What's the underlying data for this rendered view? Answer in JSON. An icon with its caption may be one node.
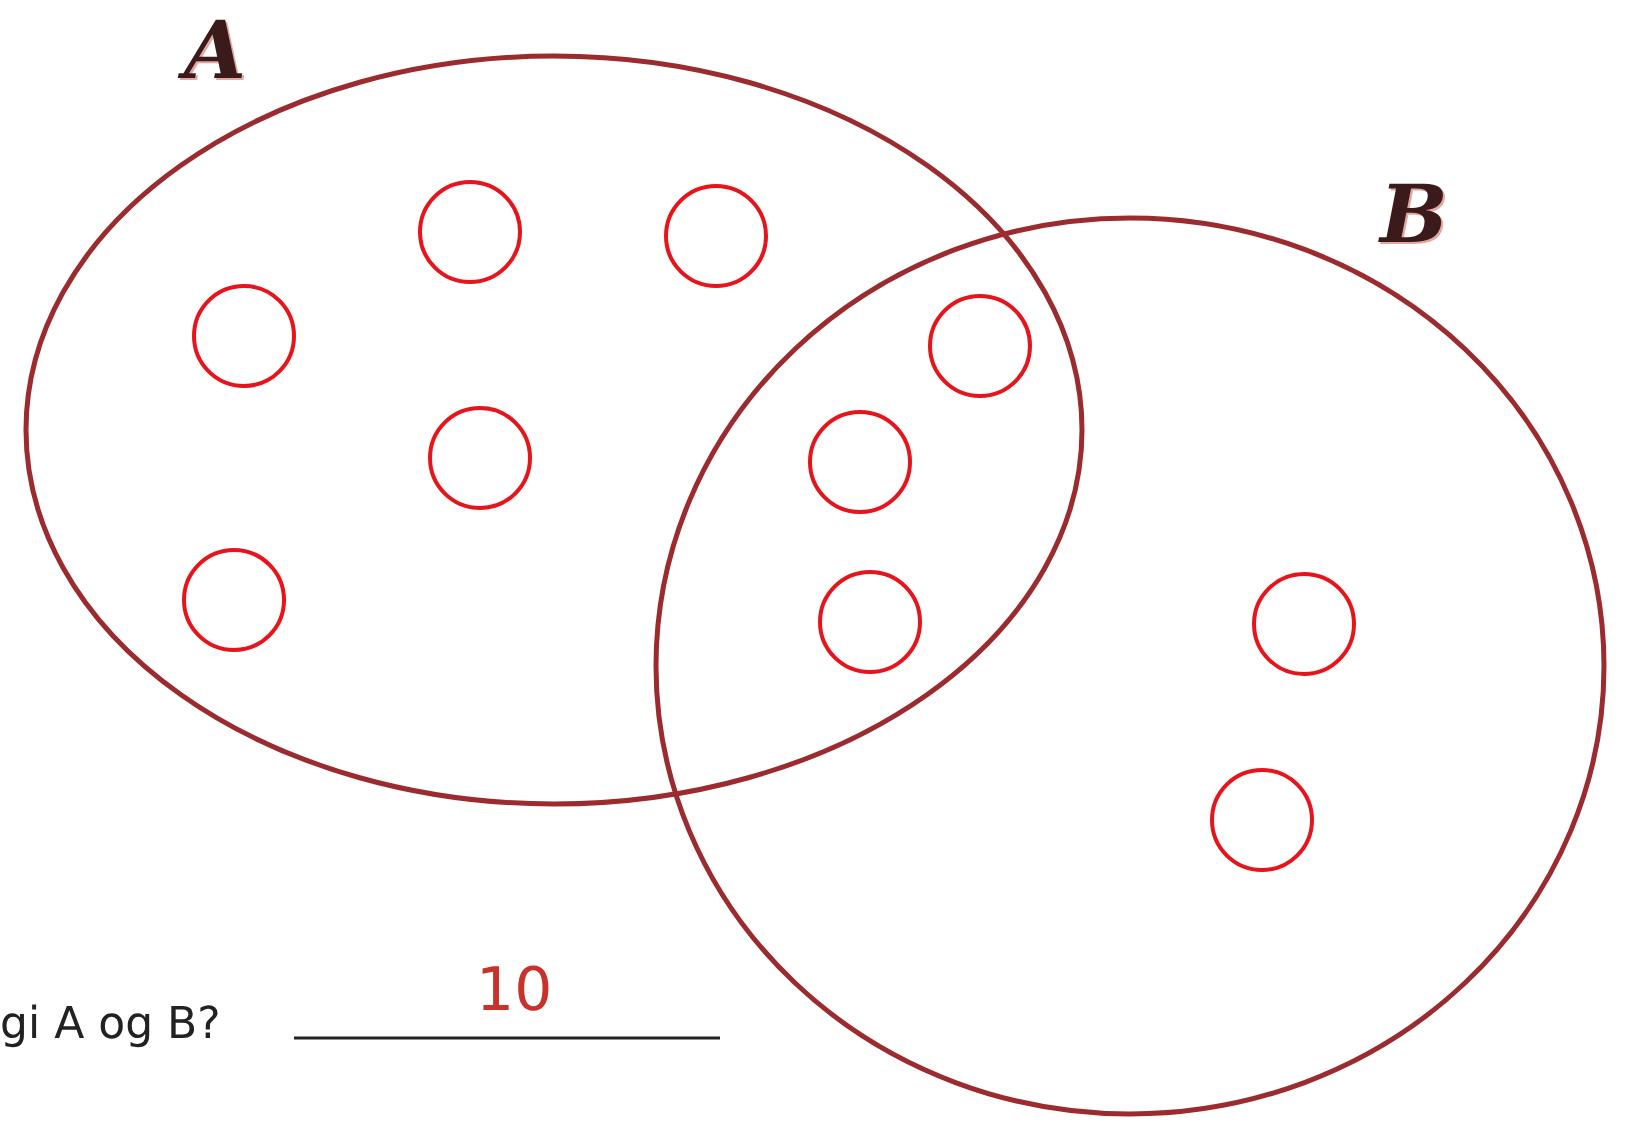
{
  "diagram": {
    "nodes": [
      {
        "text": [
          "A"
        ]
      },
      {
        "text": [
          "B"
        ]
      },
      {
        "text": [],
        "shape": "circle",
        "in": 0
      },
      {
        "text": [],
        "shape": "circle",
        "in": 0
      },
      {
        "text": [],
        "shape": "circle",
        "in": 0
      },
      {
        "text": [],
        "shape": "circle"
      },
      {
        "text": [],
        "shape": "circle",
        "in": 0
      },
      {
        "text": [],
        "shape": "circle"
      },
      {
        "text": [],
        "shape": "circle",
        "in": 0
      },
      {
        "text": [],
        "shape": "circle"
      },
      {
        "text": [],
        "shape": "circle",
        "in": 1
      },
      {
        "text": [],
        "shape": "circle",
        "in": 1
      }
    ],
    "edges": [],
    "labels": [
      "gi A og B?",
      "10"
    ]
  }
}
